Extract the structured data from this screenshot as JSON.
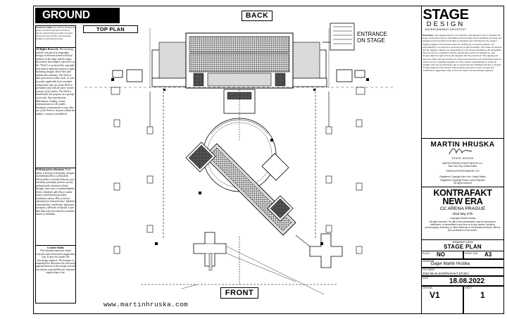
{
  "sheet_title": "GROUND PLAN",
  "view_label": "TOP PLAN",
  "labels": {
    "back": "BACK",
    "front": "FRONT",
    "entrance_line1": "ENTRANCE",
    "entrance_line2": "ON STAGE"
  },
  "website": "www.martinhruska.com",
  "left_notes": {
    "block1_head": "Kreativní studio",
    "block1_body": "Tyto výkresy představují pouze rozvržení konceptu a kreativní návrhy. Konstrukční provedení nosných prvků musí být ověřeno licencovaným statikem a příslušnými úřady.",
    "block2_head": "All Rights Reserved.",
    "block2_body": "This drawing and the concept of scenography, design, architectural and technical solution of the stage and the stage decoration (hereinafter referred to as the \"Work\") is protected by copyright and related industrial property rights including designs, know-how and multimedia solutions. The Work is also protected as other work, as well as under applicable laws on unfair competition. Any use of the Work is permitted only with the prior written consent of the author. The Work is intended for the purpose of a specific event only. Any reproduction, distribution, lending, rental, communication to the public, broadcast, transmission or any other use of the Work or its part without the author's consent is prohibited.",
    "block3_head": "Ověřená práva vyhrazena.",
    "block3_body": "Tento výkres a koncept scénografie, designu, architektonického a technického řešení pódia a scénické dekorace jsou chráněny autorským právem a právy průmyslového vlastnictví včetně designu, know-how a multimediálního řešení. Jakékoliv užití díla je možné pouze s předchozím písemným souhlasem autora. Dílo je určeno výhradně pro konkrétní akci. Jakékoliv rozmnožování, rozšiřování, půjčování, pronájem, sdělování veřejnosti či jiné užití díla nebo jeho části bez souhlasu autora je zakázáno.",
    "block4_head": "Creative Studio",
    "block4_body": "This drawing represents visual concepts and construction suggestions only. It does not replace the knowledge engineer. The designer is unqualified to determine the structural appropriateness of this design and will not assume responsibility for improper engineering or use."
  },
  "right": {
    "logo_stage": "STAGE",
    "logo_design": "DESIGN",
    "logo_sub": "ENTERTAINMENT ARCHITECT",
    "disclaimer_head": "Disclaimer:",
    "disclaimer_body": "The rigging sketch is for reference and intended only to visualize the stage. It should be used to determine positions where motor elements are hung. All hanging points and their loads must be designed and calculated by the venue's rigging engineer. The structure must be certified by a licensed engineer. No responsibility is accepted for loads shown on this document. The venue production and the rigging company are responsible for the proper installation. All equipment must be used in compliance with its specification and local regulations. Any changes must be approved by the designer and the production. The rigging plot does not certify that the structure is sound and picked up load calculations must be carried out by a qualified engineer. It is the venue's responsibility to verify all weights and load specifications and to ensure that the building structure is capable of supporting all loads shown. This drawing represents visual concepts and construction suggestions only. It does not replace the knowledge engineer.",
    "mh_name": "MARTIN HRUSKA",
    "mh_sub": "STAGE DESIGN",
    "mh_addr1": "MARTIN HRUSKA STAGE DESIGN LLC",
    "mh_addr2": "New York City, United States",
    "mh_addr3": "HRUSKA ENTERTAINMENT LTD",
    "mh_addr4": "Registered Copyright New York, United States",
    "mh_addr5": "Registered Copyright Praha, Czech Republic",
    "mh_addr6": "All rights reserved",
    "project_line1": "KONTRAFAKT",
    "project_line2": "NEW ERA",
    "venue": "O2 ARENA PRAGUE",
    "date_line": "2023 May 27th",
    "copyright": "Copyright Martin Hruska",
    "copyright_note": "All rights reserved. No part of this presentation may be reproduced, distributed, or transmitted in any form or by any means, including photocopying, recording, or other electronic or mechanical methods, without prior permission of the author.",
    "drawing_view_label": "DRAWING VIEW",
    "drawing_view": "STAGE PLAN",
    "scale_label": "SCALE",
    "scale_value": "NO",
    "paper_label": "PAPER SIZE",
    "paper_value": "A3",
    "drawn_label": "DRAWN BY",
    "drawn_value": "Dagvr Martin Hruška",
    "file_label": "FILE NAME",
    "file_value": "2022-08-18 KONTRAFAKT STUDY",
    "date_label": "DATE",
    "date_value": "18.08.2022",
    "version_label": "VERSION",
    "version_value": "V1",
    "sheet_label": "SHEET",
    "sheet_value": "1"
  }
}
